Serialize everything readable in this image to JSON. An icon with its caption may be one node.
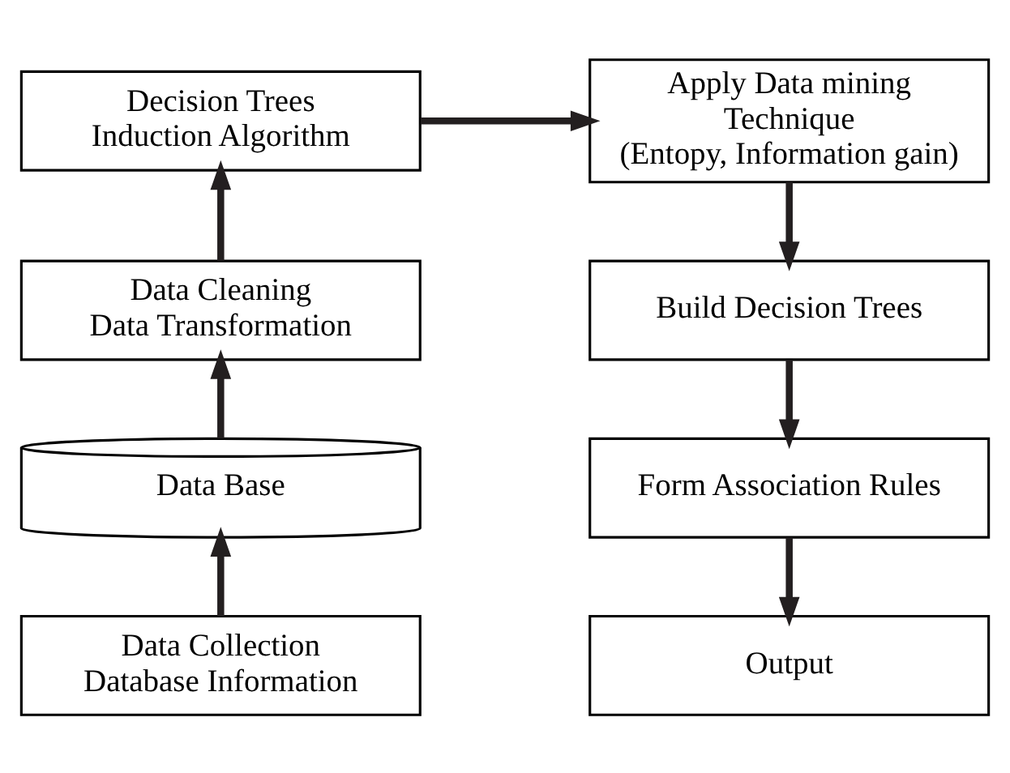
{
  "diagram": {
    "nodes": [
      {
        "text": [
          "Decision Trees",
          "Induction Algorithm"
        ]
      },
      {
        "text": [
          "Apply Data mining Technique",
          "(Entopy, Information gain)"
        ]
      },
      {
        "text": [
          "Data Cleaning",
          "Data Transformation"
        ]
      },
      {
        "text": [
          "Build Decision Trees"
        ]
      },
      {
        "text": [
          "Data Base"
        ]
      },
      {
        "text": [
          "Form Association Rules"
        ]
      },
      {
        "text": [
          "Data Collection",
          "Database Information"
        ]
      },
      {
        "text": [
          "Output"
        ]
      }
    ],
    "edges": [
      {
        "from": 6,
        "to": 4,
        "arrow": "to"
      },
      {
        "from": 4,
        "to": 2,
        "arrow": "to"
      },
      {
        "from": 2,
        "to": 0,
        "arrow": "to"
      },
      {
        "from": 0,
        "to": 1,
        "arrow": "to"
      },
      {
        "from": 1,
        "to": 3,
        "arrow": "to"
      },
      {
        "from": 3,
        "to": 5,
        "arrow": "to"
      },
      {
        "from": 5,
        "to": 7,
        "arrow": "to"
      }
    ]
  }
}
